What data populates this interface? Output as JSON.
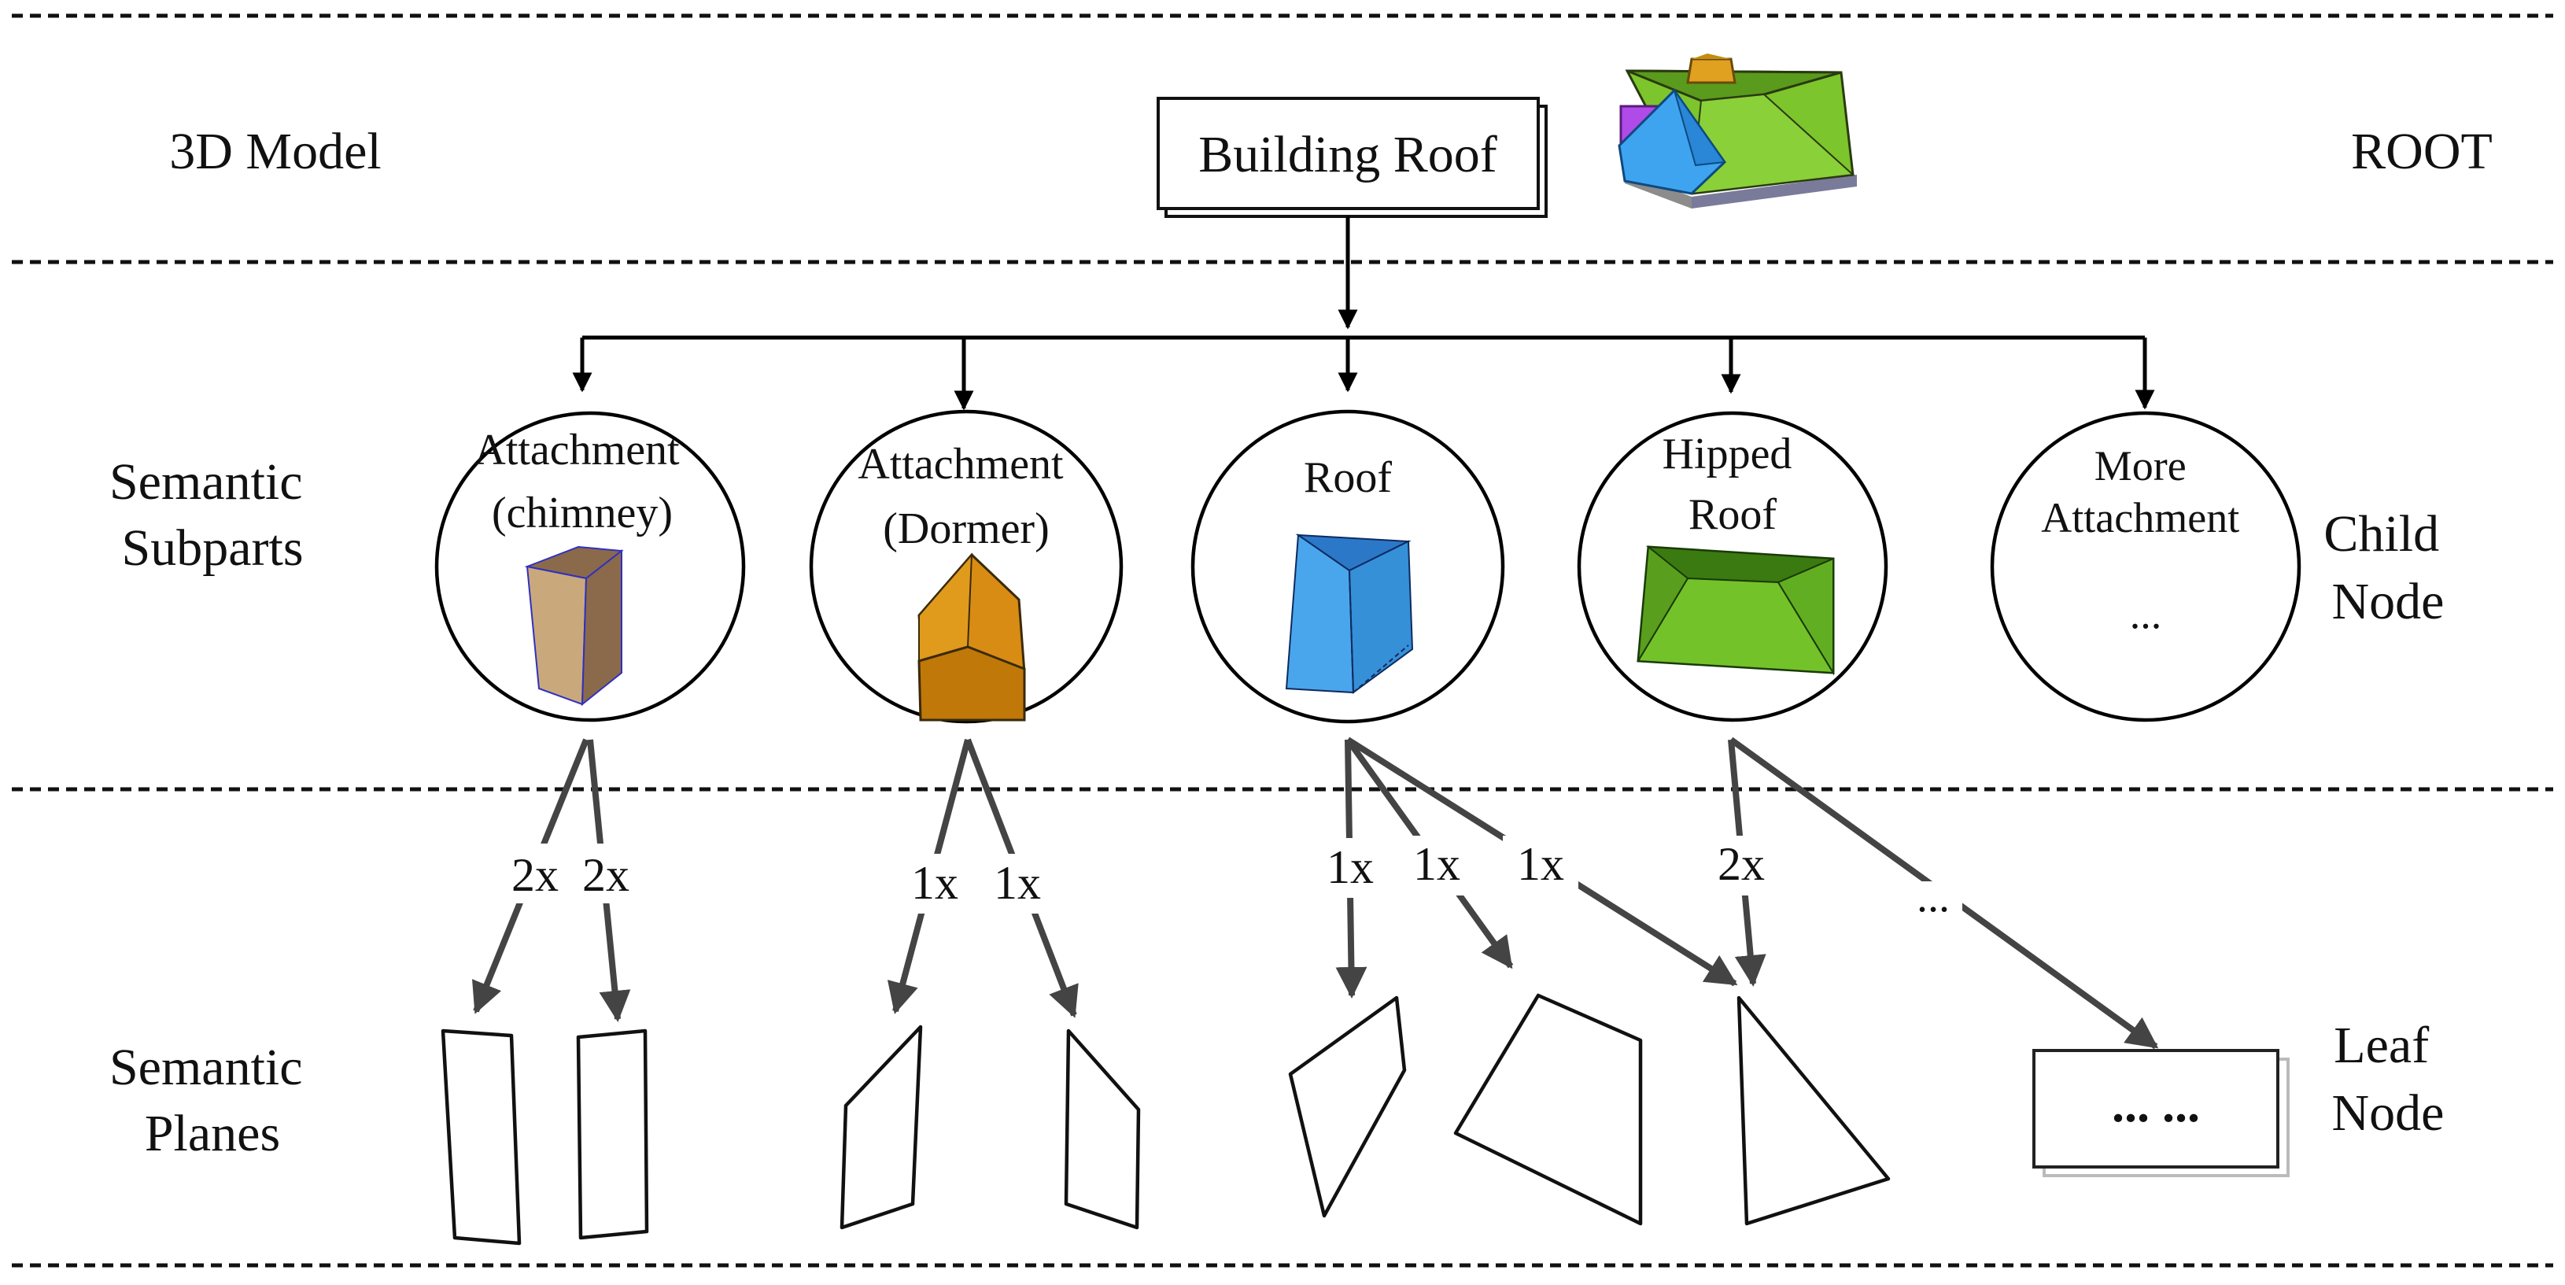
{
  "levels": {
    "top": {
      "left": "3D Model",
      "right": "ROOT"
    },
    "middle": {
      "left": [
        "Semantic",
        "Subparts"
      ],
      "right": [
        "Child",
        "Node"
      ]
    },
    "bottom": {
      "left": [
        "Semantic",
        "Planes"
      ],
      "right": [
        "Leaf",
        "Node"
      ]
    }
  },
  "root": {
    "label": "Building Roof"
  },
  "children": [
    {
      "lines": [
        "Attachment",
        "(chimney)"
      ],
      "icon": "chimney-icon"
    },
    {
      "lines": [
        "Attachment",
        "(Dormer)"
      ],
      "icon": "dormer-icon"
    },
    {
      "lines": [
        "Roof"
      ],
      "icon": "roof-icon"
    },
    {
      "lines": [
        "Hipped",
        "Roof"
      ],
      "icon": "hipped-roof-icon"
    },
    {
      "lines": [
        "More",
        "Attachment",
        "..."
      ],
      "icon": ""
    }
  ],
  "edge_labels": [
    "2x",
    "2x",
    "1x",
    "1x",
    "1x",
    "1x",
    "1x",
    "2x",
    "..."
  ],
  "leaf_placeholder": "... ...",
  "colors": {
    "chimney": "#c8a87c",
    "dormer": "#d28a10",
    "roof": "#3a9ae6",
    "hipped_roof": "#7ac42a",
    "dormer_purple": "#b04ae8"
  }
}
